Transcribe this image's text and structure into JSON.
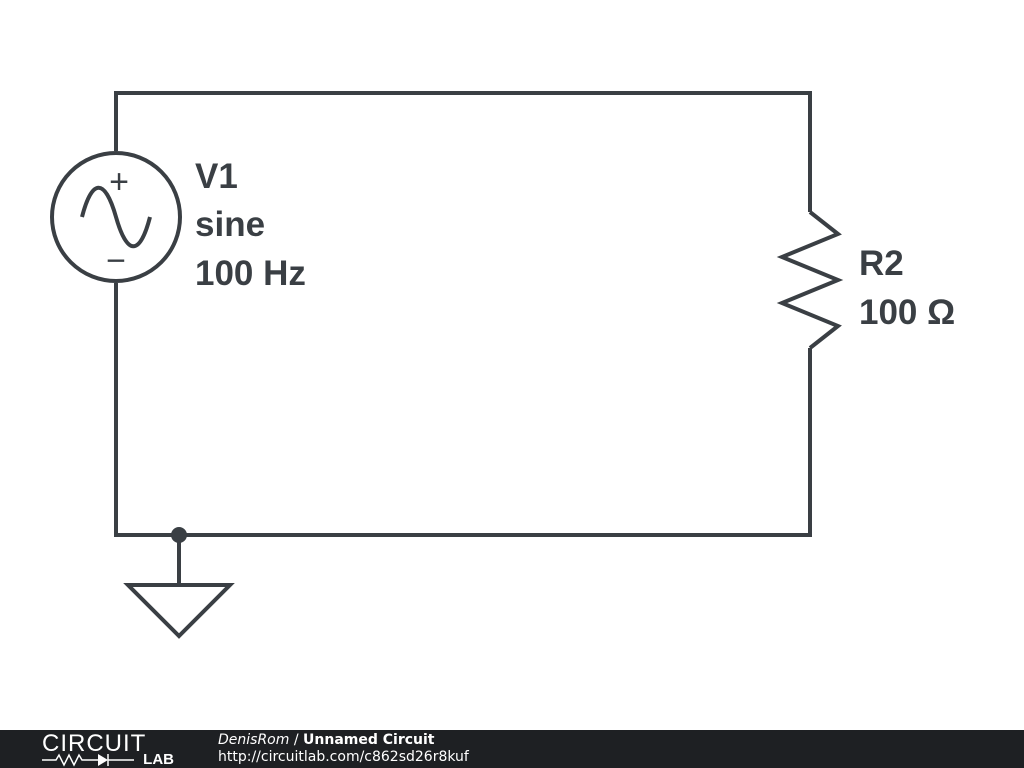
{
  "source": {
    "name": "V1",
    "type": "sine",
    "frequency": "100 Hz",
    "plus_sign": "+",
    "minus_sign": "−"
  },
  "resistor": {
    "name": "R2",
    "value": "100 Ω"
  },
  "footer": {
    "logo_top": "CIRCUIT",
    "logo_bottom": "LAB",
    "author": "DenisRom",
    "separator": " / ",
    "title": "Unnamed Circuit",
    "url": "http://circuitlab.com/c862sd26r8kuf"
  },
  "colors": {
    "wire": "#3a3f44",
    "footer_bg": "#1e2023"
  }
}
